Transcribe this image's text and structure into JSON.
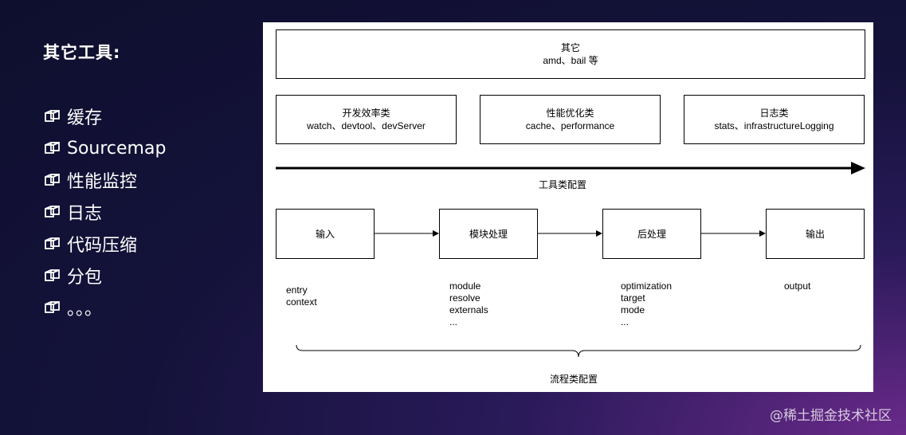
{
  "slide": {
    "title": "其它工具:",
    "bullets": [
      "缓存",
      "Sourcemap",
      "性能监控",
      "日志",
      "代码压缩",
      "分包",
      "。。。"
    ]
  },
  "diagram": {
    "top_box": {
      "title": "其它",
      "subtitle": "amd、bail 等"
    },
    "tool_boxes": [
      {
        "title": "开发效率类",
        "subtitle": "watch、devtool、devServer"
      },
      {
        "title": "性能优化类",
        "subtitle": "cache、performance"
      },
      {
        "title": "日志类",
        "subtitle": "stats、infrastructureLogging"
      }
    ],
    "tool_axis_label": "工具类配置",
    "flow_boxes": [
      "输入",
      "模块处理",
      "后处理",
      "输出"
    ],
    "flow_params": [
      [
        "entry",
        "context"
      ],
      [
        "module",
        "resolve",
        "externals",
        "..."
      ],
      [
        "optimization",
        "target",
        "mode",
        "..."
      ],
      [
        "output"
      ]
    ],
    "flow_axis_label": "流程类配置"
  },
  "footer": {
    "watermark": "@稀土掘金技术社区"
  },
  "colors": {
    "background": "#14123a",
    "panel": "#ffffff",
    "text": "#ffffff"
  }
}
